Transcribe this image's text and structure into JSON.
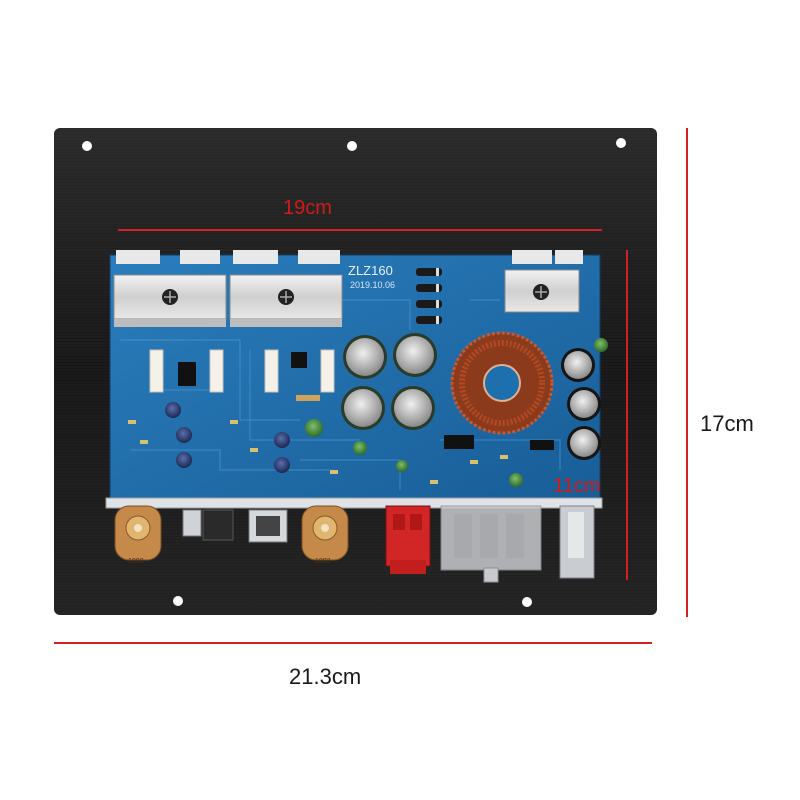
{
  "product": {
    "board_model": "ZLZ160",
    "board_date": "2019.10.06"
  },
  "dimensions": {
    "inner_width": "19cm",
    "inner_height": "11cm",
    "outer_width": "21.3cm",
    "outer_height": "17cm"
  },
  "colors": {
    "dimension_line": "#d42020",
    "heatsink_plate": "#1c1c1c",
    "pcb": "#1d6fae",
    "background": "#ffffff"
  },
  "potentiometer_labels": {
    "left": "1003",
    "right": "1003"
  }
}
